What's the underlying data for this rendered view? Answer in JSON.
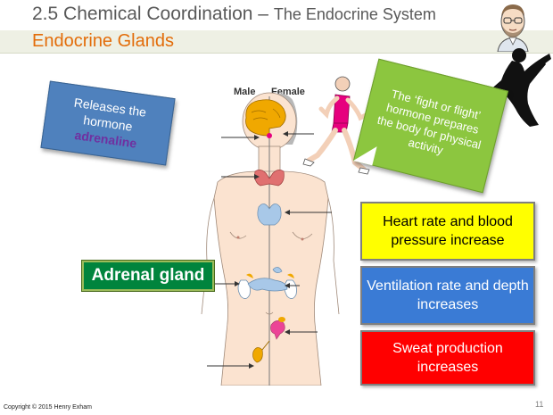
{
  "header": {
    "title_main": "2.5  Chemical Coordination – ",
    "title_sub": "The Endocrine System",
    "subtitle": "Endocrine Glands"
  },
  "diagram": {
    "male_label": "Male",
    "female_label": "Female"
  },
  "notes": {
    "blue_prefix": "Releases the hormone ",
    "blue_highlight": "adrenaline",
    "green": "The ‘fight or flight’ hormone prepares the body for physical activity"
  },
  "adrenal_label": "Adrenal gland",
  "effects": {
    "heart": "Heart rate and blood pressure increase",
    "ventilation": "Ventilation rate and depth increases",
    "sweat": "Sweat production increases"
  },
  "footer": {
    "copyright": "Copyright © 2015 Henry Exham",
    "page_number": "11"
  },
  "colors": {
    "title_text": "#595959",
    "subtitle_text": "#e36c09",
    "note_blue": "#4f81bd",
    "note_green": "#8cc63f",
    "adrenal_green": "#00843d",
    "box_yellow": "#ffff00",
    "box_blue": "#3a7bd5",
    "box_red": "#ff0000",
    "runner": "#e6007e"
  }
}
